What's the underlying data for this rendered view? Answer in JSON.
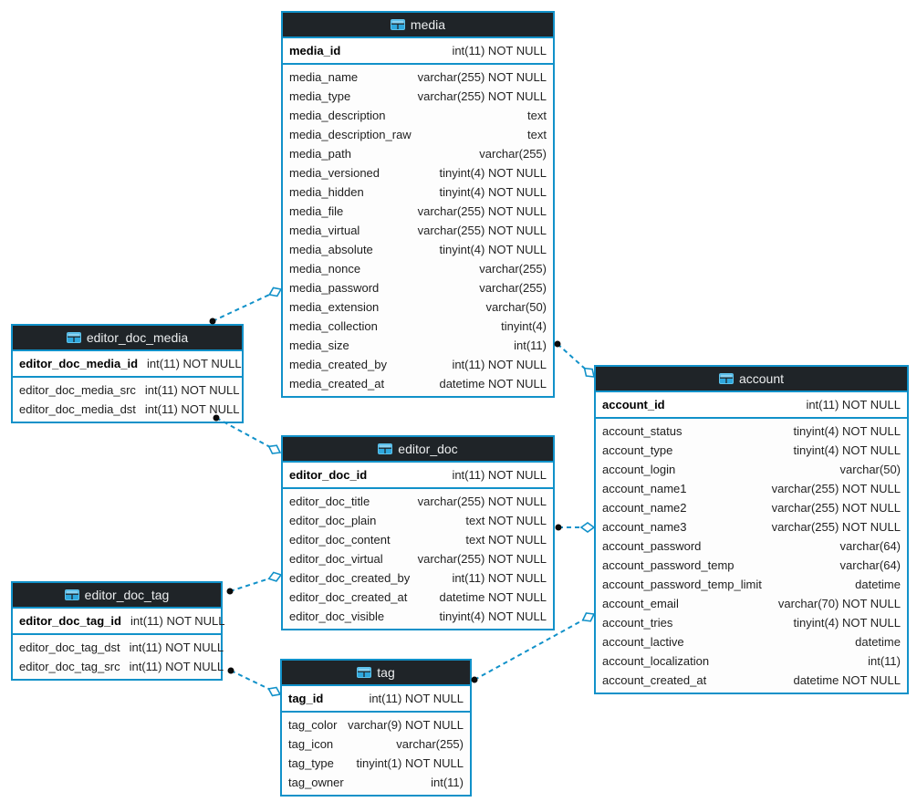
{
  "colors": {
    "table_border": "#1191c9",
    "relationship_line": "#1191c9",
    "header_background": "#1f2428",
    "header_text": "#eceeef",
    "icon_blue": "#49b8e8",
    "icon_blue_light": "#8ad3f2",
    "endpoint_dot": "#0a0a0a"
  },
  "tables": [
    {
      "name": "media",
      "icon": "table-icon",
      "columns": [
        {
          "name": "media_id",
          "type": "int(11) NOT NULL",
          "key": true
        },
        {
          "name": "media_name",
          "type": "varchar(255) NOT NULL",
          "key": false
        },
        {
          "name": "media_type",
          "type": "varchar(255) NOT NULL",
          "key": false
        },
        {
          "name": "media_description",
          "type": "text",
          "key": false
        },
        {
          "name": "media_description_raw",
          "type": "text",
          "key": false
        },
        {
          "name": "media_path",
          "type": "varchar(255)",
          "key": false
        },
        {
          "name": "media_versioned",
          "type": "tinyint(4) NOT NULL",
          "key": false
        },
        {
          "name": "media_hidden",
          "type": "tinyint(4) NOT NULL",
          "key": false
        },
        {
          "name": "media_file",
          "type": "varchar(255) NOT NULL",
          "key": false
        },
        {
          "name": "media_virtual",
          "type": "varchar(255) NOT NULL",
          "key": false
        },
        {
          "name": "media_absolute",
          "type": "tinyint(4) NOT NULL",
          "key": false
        },
        {
          "name": "media_nonce",
          "type": "varchar(255)",
          "key": false
        },
        {
          "name": "media_password",
          "type": "varchar(255)",
          "key": false
        },
        {
          "name": "media_extension",
          "type": "varchar(50)",
          "key": false
        },
        {
          "name": "media_collection",
          "type": "tinyint(4)",
          "key": false
        },
        {
          "name": "media_size",
          "type": "int(11)",
          "key": false
        },
        {
          "name": "media_created_by",
          "type": "int(11) NOT NULL",
          "key": false
        },
        {
          "name": "media_created_at",
          "type": "datetime NOT NULL",
          "key": false
        }
      ]
    },
    {
      "name": "editor_doc_media",
      "icon": "table-icon",
      "columns": [
        {
          "name": "editor_doc_media_id",
          "type": "int(11) NOT NULL",
          "key": true
        },
        {
          "name": "editor_doc_media_src",
          "type": "int(11) NOT NULL",
          "key": false
        },
        {
          "name": "editor_doc_media_dst",
          "type": "int(11) NOT NULL",
          "key": false
        }
      ]
    },
    {
      "name": "editor_doc",
      "icon": "table-icon",
      "columns": [
        {
          "name": "editor_doc_id",
          "type": "int(11) NOT NULL",
          "key": true
        },
        {
          "name": "editor_doc_title",
          "type": "varchar(255) NOT NULL",
          "key": false
        },
        {
          "name": "editor_doc_plain",
          "type": "text NOT NULL",
          "key": false
        },
        {
          "name": "editor_doc_content",
          "type": "text NOT NULL",
          "key": false
        },
        {
          "name": "editor_doc_virtual",
          "type": "varchar(255) NOT NULL",
          "key": false
        },
        {
          "name": "editor_doc_created_by",
          "type": "int(11) NOT NULL",
          "key": false
        },
        {
          "name": "editor_doc_created_at",
          "type": "datetime NOT NULL",
          "key": false
        },
        {
          "name": "editor_doc_visible",
          "type": "tinyint(4) NOT NULL",
          "key": false
        }
      ]
    },
    {
      "name": "editor_doc_tag",
      "icon": "table-icon",
      "columns": [
        {
          "name": "editor_doc_tag_id",
          "type": "int(11) NOT NULL",
          "key": true
        },
        {
          "name": "editor_doc_tag_dst",
          "type": "int(11) NOT NULL",
          "key": false
        },
        {
          "name": "editor_doc_tag_src",
          "type": "int(11) NOT NULL",
          "key": false
        }
      ]
    },
    {
      "name": "tag",
      "icon": "table-icon",
      "columns": [
        {
          "name": "tag_id",
          "type": "int(11) NOT NULL",
          "key": true
        },
        {
          "name": "tag_color",
          "type": "varchar(9) NOT NULL",
          "key": false
        },
        {
          "name": "tag_icon",
          "type": "varchar(255)",
          "key": false
        },
        {
          "name": "tag_type",
          "type": "tinyint(1) NOT NULL",
          "key": false
        },
        {
          "name": "tag_owner",
          "type": "int(11)",
          "key": false
        }
      ]
    },
    {
      "name": "account",
      "icon": "table-icon",
      "columns": [
        {
          "name": "account_id",
          "type": "int(11) NOT NULL",
          "key": true
        },
        {
          "name": "account_status",
          "type": "tinyint(4) NOT NULL",
          "key": false
        },
        {
          "name": "account_type",
          "type": "tinyint(4) NOT NULL",
          "key": false
        },
        {
          "name": "account_login",
          "type": "varchar(50)",
          "key": false
        },
        {
          "name": "account_name1",
          "type": "varchar(255) NOT NULL",
          "key": false
        },
        {
          "name": "account_name2",
          "type": "varchar(255) NOT NULL",
          "key": false
        },
        {
          "name": "account_name3",
          "type": "varchar(255) NOT NULL",
          "key": false
        },
        {
          "name": "account_password",
          "type": "varchar(64)",
          "key": false
        },
        {
          "name": "account_password_temp",
          "type": "varchar(64)",
          "key": false
        },
        {
          "name": "account_password_temp_limit",
          "type": "datetime",
          "key": false
        },
        {
          "name": "account_email",
          "type": "varchar(70) NOT NULL",
          "key": false
        },
        {
          "name": "account_tries",
          "type": "tinyint(4) NOT NULL",
          "key": false
        },
        {
          "name": "account_lactive",
          "type": "datetime",
          "key": false
        },
        {
          "name": "account_localization",
          "type": "int(11)",
          "key": false
        },
        {
          "name": "account_created_at",
          "type": "datetime NOT NULL",
          "key": false
        }
      ]
    }
  ],
  "relationships": [
    {
      "from": "editor_doc_media",
      "to": "media"
    },
    {
      "from": "editor_doc_media",
      "to": "editor_doc"
    },
    {
      "from": "editor_doc_tag",
      "to": "editor_doc"
    },
    {
      "from": "editor_doc_tag",
      "to": "tag"
    },
    {
      "from": "media",
      "to": "account"
    },
    {
      "from": "editor_doc",
      "to": "account"
    },
    {
      "from": "tag",
      "to": "account"
    }
  ]
}
